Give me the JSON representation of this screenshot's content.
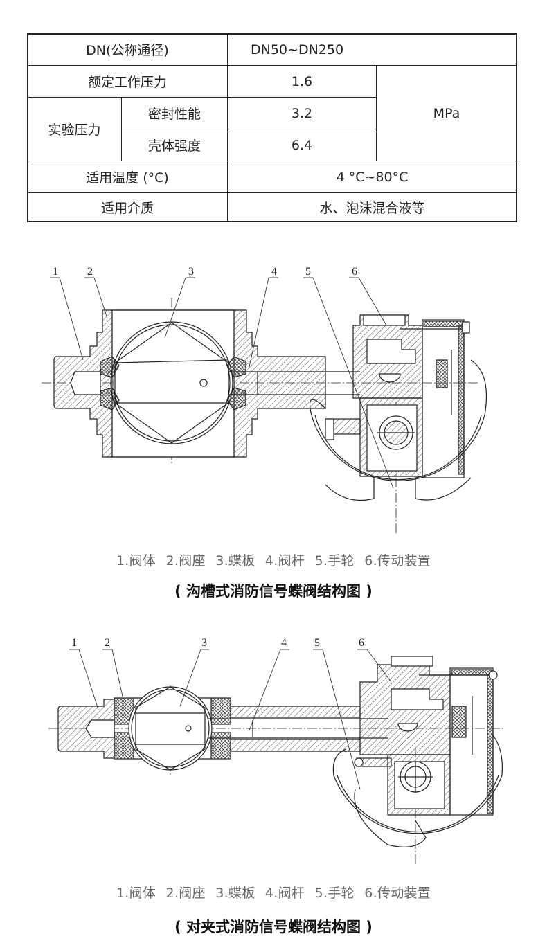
{
  "spec_table": {
    "rows": [
      {
        "label": "DN(公称通径)",
        "value": "DN50~DN250"
      },
      {
        "label": "额定工作压力",
        "value": "1.6"
      },
      {
        "group_label": "实验压力",
        "sub_label": "密封性能",
        "value": "3.2"
      },
      {
        "sub_label": "壳体强度",
        "value": "6.4"
      },
      {
        "label": "适用温度 (°C)",
        "value": "4 °C~80°C"
      },
      {
        "label": "适用介质",
        "value": "水、泡沫混合液等"
      }
    ],
    "unit": "MPa"
  },
  "diagrams": [
    {
      "part_numbers": [
        "1",
        "2",
        "3",
        "4",
        "5",
        "6"
      ],
      "legend": [
        "1.阀体",
        "2.阀座",
        "3.蝶板",
        "4.阀杆",
        "5.手轮",
        "6.传动装置"
      ],
      "caption": "( 沟槽式消防信号蝶阀结构图 )"
    },
    {
      "part_numbers": [
        "1",
        "2",
        "3",
        "4",
        "5",
        "6"
      ],
      "legend": [
        "1.阀体",
        "2.阀座",
        "3.蝶板",
        "4.阀杆",
        "5.手轮",
        "6.传动装置"
      ],
      "caption": "( 对夹式消防信号蝶阀结构图 )"
    }
  ],
  "colors": {
    "line": "#222222",
    "legend_text": "#666666",
    "caption_text": "#111111"
  }
}
